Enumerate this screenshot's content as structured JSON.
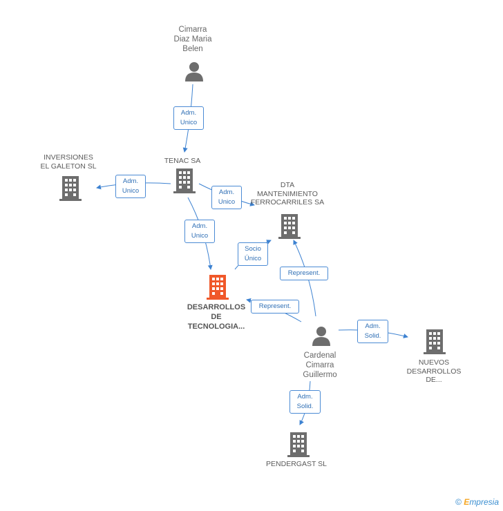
{
  "nodes": {
    "cimarra_diaz": {
      "label": [
        "Cimarra",
        "Diaz Maria",
        "Belen"
      ],
      "kind": "person"
    },
    "tenac": {
      "label": [
        "TENAC SA"
      ],
      "kind": "company"
    },
    "inversiones": {
      "label": [
        "INVERSIONES",
        "EL GALETON SL"
      ],
      "kind": "company"
    },
    "dta": {
      "label": [
        "DTA",
        "MANTENIMIENTO",
        "FERROCARRILES SA"
      ],
      "kind": "company"
    },
    "desarrollos": {
      "label": [
        "DESARROLLOS",
        "DE",
        "TECNOLOGIA..."
      ],
      "kind": "company-focus"
    },
    "cardenal": {
      "label": [
        "Cardenal",
        "Cimarra",
        "Guillermo"
      ],
      "kind": "person"
    },
    "nuevos": {
      "label": [
        "NUEVOS",
        "DESARROLLOS",
        "DE..."
      ],
      "kind": "company"
    },
    "pendergast": {
      "label": [
        "PENDERGAST SL"
      ],
      "kind": "company"
    }
  },
  "edges": {
    "cimarra_tenac": [
      "Adm.",
      "Unico"
    ],
    "tenac_inversiones": [
      "Adm.",
      "Unico"
    ],
    "tenac_dta": [
      "Adm.",
      "Unico"
    ],
    "tenac_desarrollos": [
      "Adm.",
      "Unico"
    ],
    "desarrollos_dta": [
      "Socio",
      "Único"
    ],
    "cardenal_dta": [
      "Represent."
    ],
    "cardenal_desarrollos": [
      "Represent."
    ],
    "cardenal_nuevos": [
      "Adm.",
      "Solid."
    ],
    "cardenal_pendergast": [
      "Adm.",
      "Solid."
    ]
  },
  "colors": {
    "edge": "#3d82d1",
    "company": "#6d6d6d",
    "focus": "#f0582a",
    "person": "#6d6d6d"
  },
  "icons": {
    "person": "person-icon",
    "company": "building-icon"
  },
  "brand": {
    "copyright": "©",
    "e": "E",
    "rest": "mpresia"
  }
}
